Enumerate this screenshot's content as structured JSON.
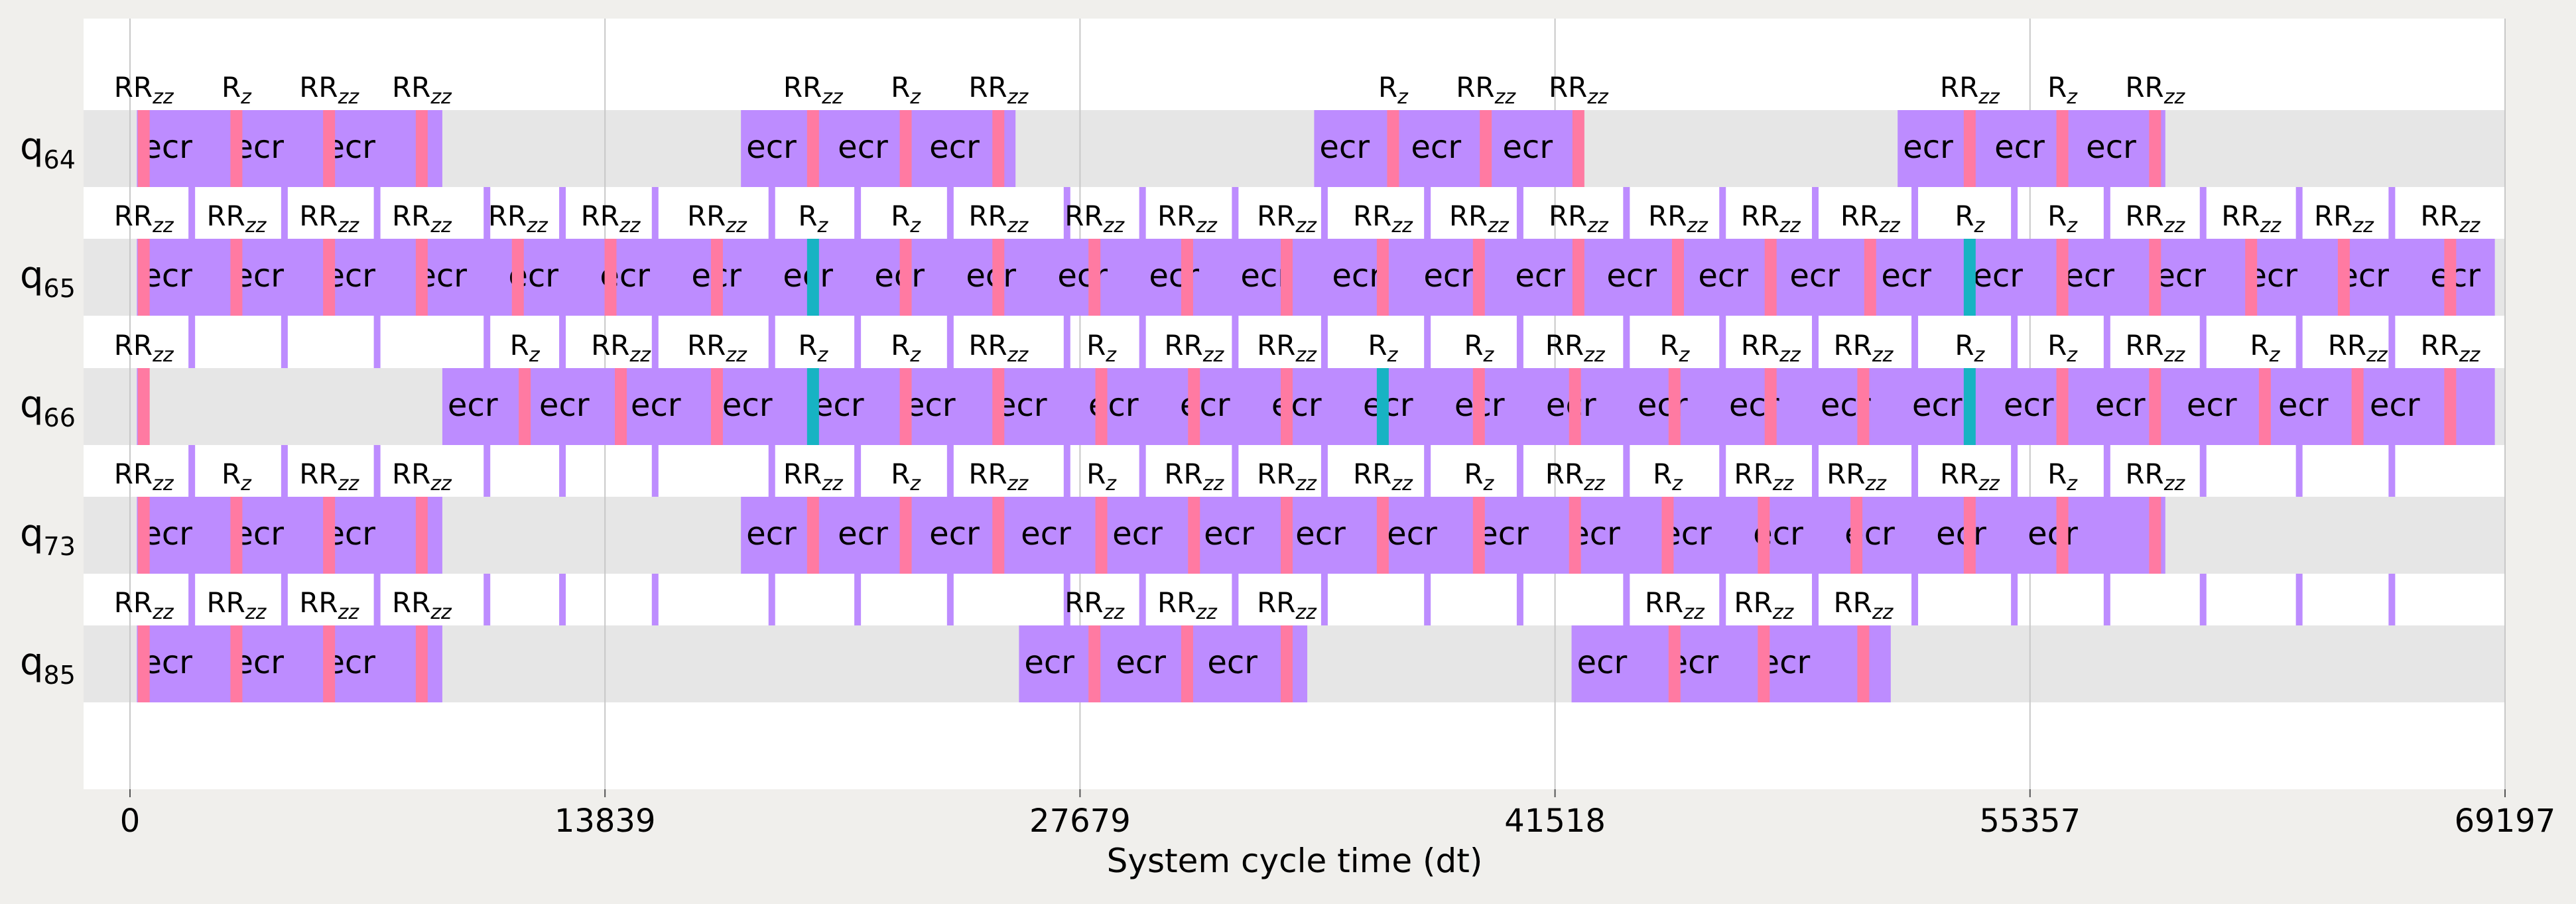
{
  "chart_data": {
    "type": "timeline",
    "xlabel": "System cycle time (dt)",
    "xlim": [
      0,
      69197
    ],
    "xticks": [
      0,
      13839,
      27679,
      41518,
      55357,
      69197
    ],
    "tick_labels": [
      "0",
      "13839",
      "27679",
      "41518",
      "55357",
      "69197"
    ],
    "grid": "vertical",
    "colors": {
      "background": "#f0efec",
      "plot": "#ffffff",
      "lane": "#e6e6e6",
      "ecr": "#bd8cff",
      "rz": "#ff7aa2",
      "rz_cyan": "#17b3c3",
      "grid": "#c8c8c8",
      "text": "#000000"
    },
    "qubits": [
      {
        "label": "q",
        "index": "64"
      },
      {
        "label": "q",
        "index": "65"
      },
      {
        "label": "q",
        "index": "66"
      },
      {
        "label": "q",
        "index": "73"
      },
      {
        "label": "q",
        "index": "85"
      }
    ],
    "ecr_label": "ecr",
    "rz_label": "R",
    "rz_sub": "z",
    "ecr_gates": [
      {
        "qubit": 0,
        "start": 200,
        "end": 9100
      },
      {
        "qubit": 0,
        "start": 17800,
        "end": 25800
      },
      {
        "qubit": 0,
        "start": 34500,
        "end": 42300
      },
      {
        "qubit": 0,
        "start": 51500,
        "end": 59300
      },
      {
        "qubit": 1,
        "start": 200,
        "end": 68900
      },
      {
        "qubit": 2,
        "start": 200,
        "end": 500
      },
      {
        "qubit": 2,
        "start": 9100,
        "end": 68900
      },
      {
        "qubit": 3,
        "start": 200,
        "end": 9100
      },
      {
        "qubit": 3,
        "start": 17800,
        "end": 59300
      },
      {
        "qubit": 4,
        "start": 200,
        "end": 9100
      },
      {
        "qubit": 4,
        "start": 25900,
        "end": 34300
      },
      {
        "qubit": 4,
        "start": 42000,
        "end": 51300
      }
    ],
    "rz_gates": [
      {
        "qubit": 0,
        "t": 400,
        "label": "RRz"
      },
      {
        "qubit": 0,
        "t": 3100,
        "label": "Rz"
      },
      {
        "qubit": 0,
        "t": 5800,
        "label": "RRz"
      },
      {
        "qubit": 0,
        "t": 8500,
        "label": "RRz"
      },
      {
        "qubit": 0,
        "t": 19900,
        "label": "RRz"
      },
      {
        "qubit": 0,
        "t": 22600,
        "label": "Rz"
      },
      {
        "qubit": 0,
        "t": 25300,
        "label": "RRz"
      },
      {
        "qubit": 0,
        "t": 36800,
        "label": "Rz"
      },
      {
        "qubit": 0,
        "t": 39500,
        "label": "RRz"
      },
      {
        "qubit": 0,
        "t": 42200,
        "label": "RRz"
      },
      {
        "qubit": 0,
        "t": 53600,
        "label": "RRz"
      },
      {
        "qubit": 0,
        "t": 56300,
        "label": "Rz"
      },
      {
        "qubit": 0,
        "t": 59000,
        "label": "RRz"
      },
      {
        "qubit": 1,
        "t": 400,
        "label": "RRz"
      },
      {
        "qubit": 1,
        "t": 3100,
        "label": "RRz"
      },
      {
        "qubit": 1,
        "t": 5800,
        "label": "RRz"
      },
      {
        "qubit": 1,
        "t": 8500,
        "label": "RRz"
      },
      {
        "qubit": 1,
        "t": 11300,
        "label": "RRz"
      },
      {
        "qubit": 1,
        "t": 14000,
        "label": "RRz"
      },
      {
        "qubit": 1,
        "t": 17100,
        "label": "RRz"
      },
      {
        "qubit": 1,
        "t": 19900,
        "label": "Rz",
        "color": "cyan"
      },
      {
        "qubit": 1,
        "t": 22600,
        "label": "Rz"
      },
      {
        "qubit": 1,
        "t": 25300,
        "label": "RRz"
      },
      {
        "qubit": 1,
        "t": 28100,
        "label": "RRz"
      },
      {
        "qubit": 1,
        "t": 30800,
        "label": "RRz"
      },
      {
        "qubit": 1,
        "t": 33700,
        "label": "RRz"
      },
      {
        "qubit": 1,
        "t": 36500,
        "label": "RRz"
      },
      {
        "qubit": 1,
        "t": 39300,
        "label": "RRz"
      },
      {
        "qubit": 1,
        "t": 42200,
        "label": "RRz"
      },
      {
        "qubit": 1,
        "t": 45100,
        "label": "RRz"
      },
      {
        "qubit": 1,
        "t": 47800,
        "label": "RRz"
      },
      {
        "qubit": 1,
        "t": 50700,
        "label": "RRz"
      },
      {
        "qubit": 1,
        "t": 53600,
        "label": "Rz",
        "color": "cyan"
      },
      {
        "qubit": 1,
        "t": 56300,
        "label": "Rz"
      },
      {
        "qubit": 1,
        "t": 59000,
        "label": "RRz"
      },
      {
        "qubit": 1,
        "t": 61800,
        "label": "RRz"
      },
      {
        "qubit": 1,
        "t": 64500,
        "label": "RRz"
      },
      {
        "qubit": 1,
        "t": 67600,
        "label": "RRz"
      },
      {
        "qubit": 2,
        "t": 400,
        "label": "RRz"
      },
      {
        "qubit": 2,
        "t": 11500,
        "label": "Rz"
      },
      {
        "qubit": 2,
        "t": 14300,
        "label": "RRz"
      },
      {
        "qubit": 2,
        "t": 17100,
        "label": "RRz"
      },
      {
        "qubit": 2,
        "t": 19900,
        "label": "Rz",
        "color": "cyan"
      },
      {
        "qubit": 2,
        "t": 22600,
        "label": "Rz"
      },
      {
        "qubit": 2,
        "t": 25300,
        "label": "RRz"
      },
      {
        "qubit": 2,
        "t": 28300,
        "label": "Rz"
      },
      {
        "qubit": 2,
        "t": 31000,
        "label": "RRz"
      },
      {
        "qubit": 2,
        "t": 33700,
        "label": "RRz"
      },
      {
        "qubit": 2,
        "t": 36500,
        "label": "Rz",
        "color": "cyan"
      },
      {
        "qubit": 2,
        "t": 39300,
        "label": "Rz"
      },
      {
        "qubit": 2,
        "t": 42100,
        "label": "RRz"
      },
      {
        "qubit": 2,
        "t": 45000,
        "label": "Rz"
      },
      {
        "qubit": 2,
        "t": 47800,
        "label": "RRz"
      },
      {
        "qubit": 2,
        "t": 50500,
        "label": "RRz"
      },
      {
        "qubit": 2,
        "t": 53600,
        "label": "Rz",
        "color": "cyan"
      },
      {
        "qubit": 2,
        "t": 56300,
        "label": "Rz"
      },
      {
        "qubit": 2,
        "t": 59000,
        "label": "RRz"
      },
      {
        "qubit": 2,
        "t": 62200,
        "label": "Rz"
      },
      {
        "qubit": 2,
        "t": 64900,
        "label": "RRz"
      },
      {
        "qubit": 2,
        "t": 67600,
        "label": "RRz"
      },
      {
        "qubit": 3,
        "t": 400,
        "label": "RRz"
      },
      {
        "qubit": 3,
        "t": 3100,
        "label": "Rz"
      },
      {
        "qubit": 3,
        "t": 5800,
        "label": "RRz"
      },
      {
        "qubit": 3,
        "t": 8500,
        "label": "RRz"
      },
      {
        "qubit": 3,
        "t": 19900,
        "label": "RRz"
      },
      {
        "qubit": 3,
        "t": 22600,
        "label": "Rz"
      },
      {
        "qubit": 3,
        "t": 25300,
        "label": "RRz"
      },
      {
        "qubit": 3,
        "t": 28300,
        "label": "Rz"
      },
      {
        "qubit": 3,
        "t": 31000,
        "label": "RRz"
      },
      {
        "qubit": 3,
        "t": 33700,
        "label": "RRz"
      },
      {
        "qubit": 3,
        "t": 36500,
        "label": "RRz"
      },
      {
        "qubit": 3,
        "t": 39300,
        "label": "Rz"
      },
      {
        "qubit": 3,
        "t": 42100,
        "label": "RRz"
      },
      {
        "qubit": 3,
        "t": 44800,
        "label": "Rz"
      },
      {
        "qubit": 3,
        "t": 47600,
        "label": "RRz"
      },
      {
        "qubit": 3,
        "t": 50300,
        "label": "RRz"
      },
      {
        "qubit": 3,
        "t": 53600,
        "label": "RRz"
      },
      {
        "qubit": 3,
        "t": 56300,
        "label": "Rz"
      },
      {
        "qubit": 3,
        "t": 59000,
        "label": "RRz"
      },
      {
        "qubit": 4,
        "t": 400,
        "label": "RRz"
      },
      {
        "qubit": 4,
        "t": 3100,
        "label": "RRz"
      },
      {
        "qubit": 4,
        "t": 5800,
        "label": "RRz"
      },
      {
        "qubit": 4,
        "t": 8500,
        "label": "RRz"
      },
      {
        "qubit": 4,
        "t": 28100,
        "label": "RRz"
      },
      {
        "qubit": 4,
        "t": 30800,
        "label": "RRz"
      },
      {
        "qubit": 4,
        "t": 33700,
        "label": "RRz"
      },
      {
        "qubit": 4,
        "t": 45000,
        "label": "RRz"
      },
      {
        "qubit": 4,
        "t": 47600,
        "label": "RRz"
      },
      {
        "qubit": 4,
        "t": 50500,
        "label": "RRz"
      }
    ],
    "ecr_link_times": [
      1800,
      4500,
      7200,
      10400,
      12600,
      15300,
      18700,
      21200,
      23900,
      27300,
      29500,
      32200,
      34800,
      37800,
      40500,
      43600,
      46400,
      49100,
      52000,
      54900,
      57600,
      60400,
      63200,
      65900
    ]
  }
}
